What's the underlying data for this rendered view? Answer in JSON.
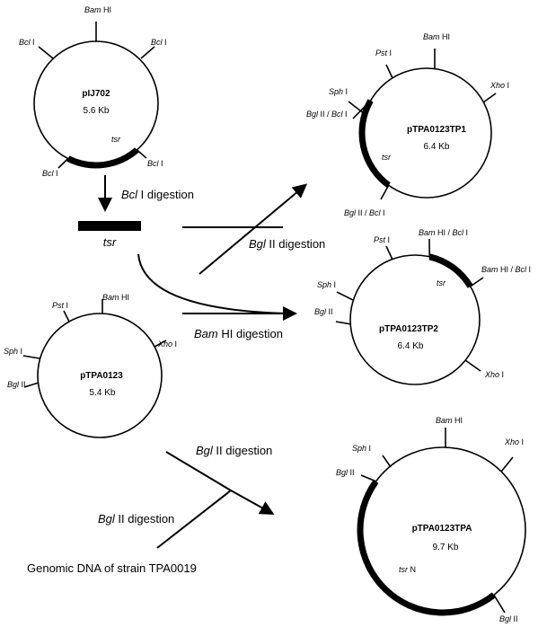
{
  "plasmids": {
    "pij702": {
      "name": "pIJ702",
      "size": "5.6  Kb",
      "tsr": "tsr",
      "bamhi_top": {
        "it": "Bam",
        "rm": " HI"
      },
      "bcli_ul": {
        "it": "Bcl",
        "rm": " I"
      },
      "bcli_ur": {
        "it": "Bcl",
        "rm": " I"
      },
      "bcli_ll": {
        "it": "Bcl",
        "rm": " I"
      },
      "bcli_lr": {
        "it": "Bcl",
        "rm": " I"
      }
    },
    "tp1": {
      "name": "pTPA0123TP1",
      "size": "6.4  Kb",
      "tsr": "tsr",
      "pst": {
        "it": "Pst",
        "rm": " I"
      },
      "bam": {
        "it": "Bam",
        "rm": " HI"
      },
      "xho": {
        "it": "Xho",
        "rm": " I"
      },
      "sph": {
        "it": "Sph",
        "rm": " I"
      },
      "bgl_top": {
        "it1": "Bgl",
        "rm1": " II / ",
        "it2": "Bcl",
        "rm2": " I"
      },
      "bgl_bot": {
        "it1": "Bgl",
        "rm1": " II / ",
        "it2": "Bcl",
        "rm2": " I"
      }
    },
    "tp2": {
      "name": "pTPA0123TP2",
      "size": "6.4  Kb",
      "tsr": "tsr",
      "pst": {
        "it": "Pst",
        "rm": " I"
      },
      "bam_top": {
        "it1": "Bam",
        "rm1": " HI / ",
        "it2": "Bcl",
        "rm2": " I"
      },
      "bam_right": {
        "it1": "Bam",
        "rm1": " HI / ",
        "it2": "Bcl",
        "rm2": " I"
      },
      "sph": {
        "it": "Sph",
        "rm": " I"
      },
      "bgl": {
        "it": "Bgl",
        "rm": " II"
      },
      "xho": {
        "it": "Xho",
        "rm": " I"
      }
    },
    "p0123": {
      "name": "pTPA0123",
      "size": "5.4  Kb",
      "pst": {
        "it": "Pst",
        "rm": " I"
      },
      "bam": {
        "it": "Bam",
        "rm": " HI"
      },
      "xho": {
        "it": "Xho",
        "rm": " I"
      },
      "sph": {
        "it": "Sph",
        "rm": " I"
      },
      "bgl": {
        "it": "Bgl",
        "rm": " II"
      }
    },
    "tpa": {
      "name": "pTPA0123TPA",
      "size": "9.7  Kb",
      "tsr": "tsr",
      "n": " N",
      "bam": {
        "it": "Bam",
        "rm": " HI"
      },
      "sph": {
        "it": "Sph",
        "rm": " I"
      },
      "xho": {
        "it": "Xho",
        "rm": " I"
      },
      "bgl_top": {
        "it": "Bgl",
        "rm": " II"
      },
      "bgl_bot": {
        "it": "Bgl",
        "rm": " II"
      }
    }
  },
  "fragment": {
    "label": "tsr"
  },
  "steps": {
    "bcl": {
      "it": "Bcl",
      "rm": " I digestion"
    },
    "bgl_upper": {
      "it": "Bgl",
      "rm": " II digestion"
    },
    "bam": {
      "it": "Bam",
      "rm": " HI digestion"
    },
    "bgl_lower_top": {
      "it": "Bgl",
      "rm": " II digestion"
    },
    "bgl_lower_left": {
      "it": "Bgl",
      "rm": " II digestion"
    },
    "genomic": "Genomic DNA of strain TPA0019"
  }
}
